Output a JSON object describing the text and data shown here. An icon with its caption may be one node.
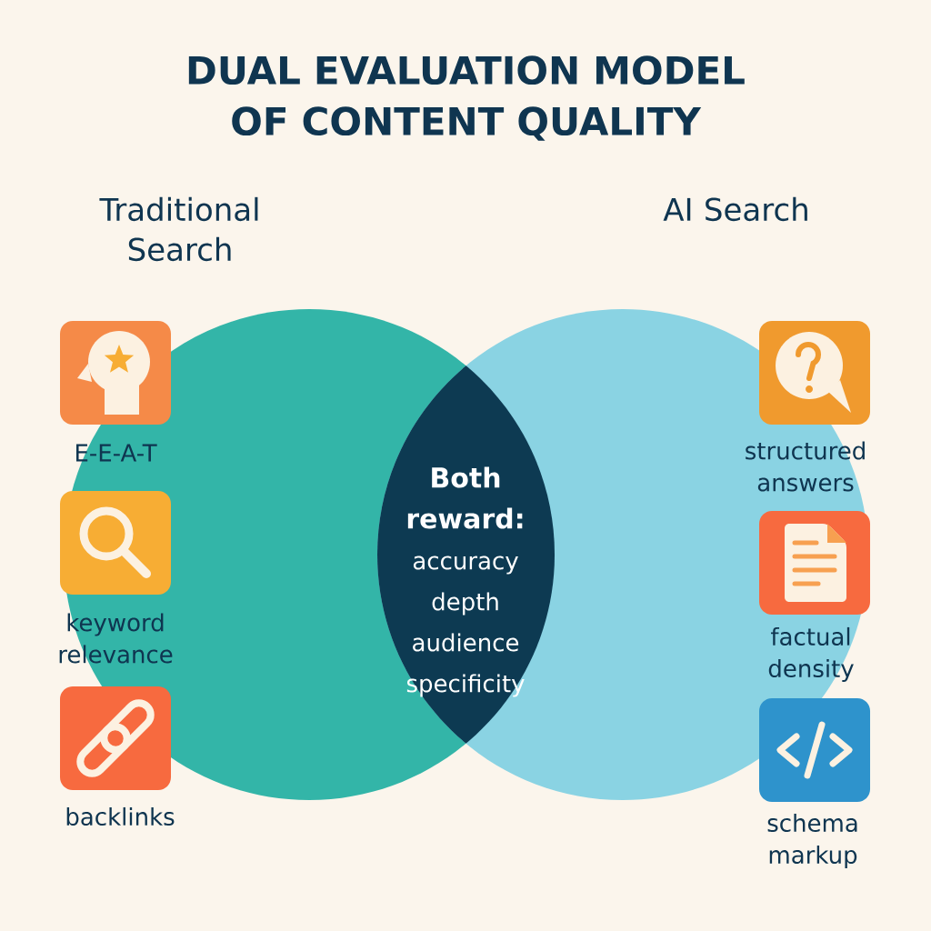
{
  "diagram": {
    "title": "DUAL EVALUATION MODEL OF CONTENT QUALITY",
    "nodes": [
      {
        "text": [
          "Traditional Search"
        ]
      },
      {
        "text": [
          "AI Search"
        ]
      },
      {
        "text": [
          "Both reward:",
          "accuracy",
          "depth",
          "audience specificity"
        ]
      }
    ],
    "labels": [
      "E-E-A-T",
      "structured answers",
      "keyword relevance",
      "factual density",
      "backlinks",
      "schema markup"
    ]
  }
}
